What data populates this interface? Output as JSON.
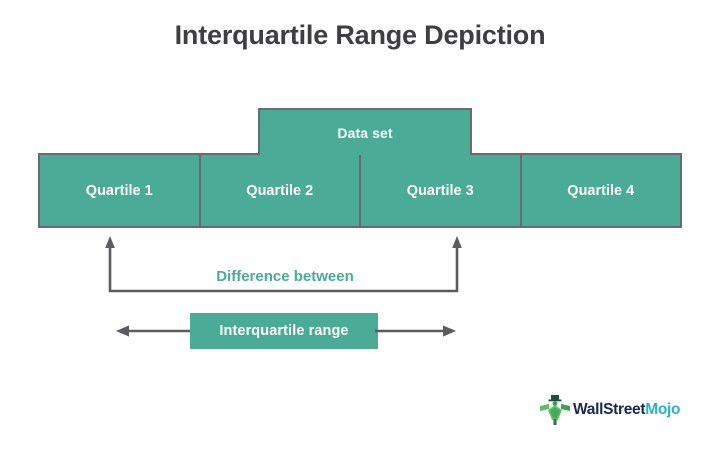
{
  "title": "Interquartile Range Depiction",
  "dataset": {
    "label": "Data set"
  },
  "quartiles": [
    {
      "label": "Quartile 1"
    },
    {
      "label": "Quartile 2"
    },
    {
      "label": "Quartile 3"
    },
    {
      "label": "Quartile 4"
    }
  ],
  "bracket": {
    "label": "Difference between"
  },
  "iqr": {
    "label": "Interquartile range"
  },
  "logo": {
    "text_primary": "WallStreet",
    "text_secondary": "Mojo",
    "mark_name": "wallstreetmojo-figure-icon"
  },
  "colors": {
    "teal_fill": "#4aab96",
    "teal_text": "#4aab96",
    "border_gray": "#6b6b6f",
    "title_gray": "#3f3f41",
    "arrow_gray": "#5b5b60",
    "logo_navy": "#16284f",
    "logo_cyan": "#2bb3c0",
    "background": "#ffffff"
  },
  "chart_data": {
    "type": "diagram",
    "title": "Interquartile Range Depiction",
    "description": "Horizontal bar partitioned into four quartiles; the data set spans the middle, and the interquartile range is the difference between the boundary of Quartile 1/2 and Quartile 3/4.",
    "segments": [
      "Quartile 1",
      "Quartile 2",
      "Quartile 3",
      "Quartile 4"
    ],
    "segment_count": 4,
    "annotations": [
      {
        "label": "Data set",
        "spans": [
          "Quartile 2",
          "Quartile 3"
        ]
      },
      {
        "label": "Difference between",
        "spans": [
          "Quartile 2",
          "Quartile 3"
        ]
      },
      {
        "label": "Interquartile range",
        "spans": [
          "Quartile 2",
          "Quartile 3"
        ]
      }
    ]
  }
}
